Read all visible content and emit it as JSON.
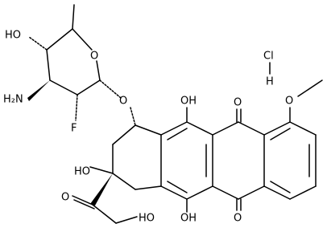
{
  "molecule": {
    "salt": {
      "cl": "Cl",
      "h": "H"
    },
    "sugar": {
      "ring_o": "O",
      "ho_4": "HO",
      "nh2": "H₂N",
      "fluoro": "F"
    },
    "linker_o": "O",
    "ring_b": {
      "oh_top": "OH",
      "oh_bottom": "OH"
    },
    "ring_a": {
      "oh": "HO",
      "side_ho": "HO",
      "ketone_o": "O"
    },
    "quinone": {
      "o_top": "O",
      "o_bottom": "O"
    },
    "methoxy_o": "O"
  }
}
